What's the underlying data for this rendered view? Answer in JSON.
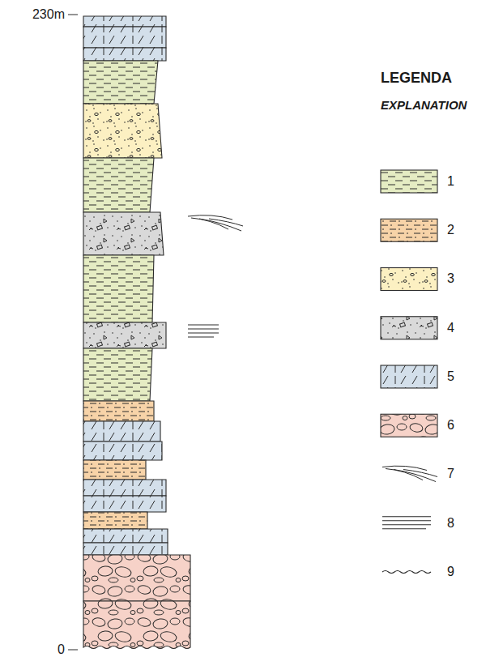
{
  "diagram": {
    "labels": [
      "230m",
      "0",
      "LEGENDA",
      "EXPLANATION"
    ],
    "legend": [
      {
        "text": "1",
        "color": "#e5ecc3"
      },
      {
        "text": "2",
        "color": "#f7d3a8"
      },
      {
        "text": "3",
        "color": "#fcf0c2"
      },
      {
        "text": "4",
        "color": "#d9d9d9"
      },
      {
        "text": "5",
        "color": "#d3dfea"
      },
      {
        "text": "6",
        "color": "#f6d2c8"
      },
      {
        "text": "7"
      },
      {
        "text": "8"
      },
      {
        "text": "9"
      }
    ]
  }
}
